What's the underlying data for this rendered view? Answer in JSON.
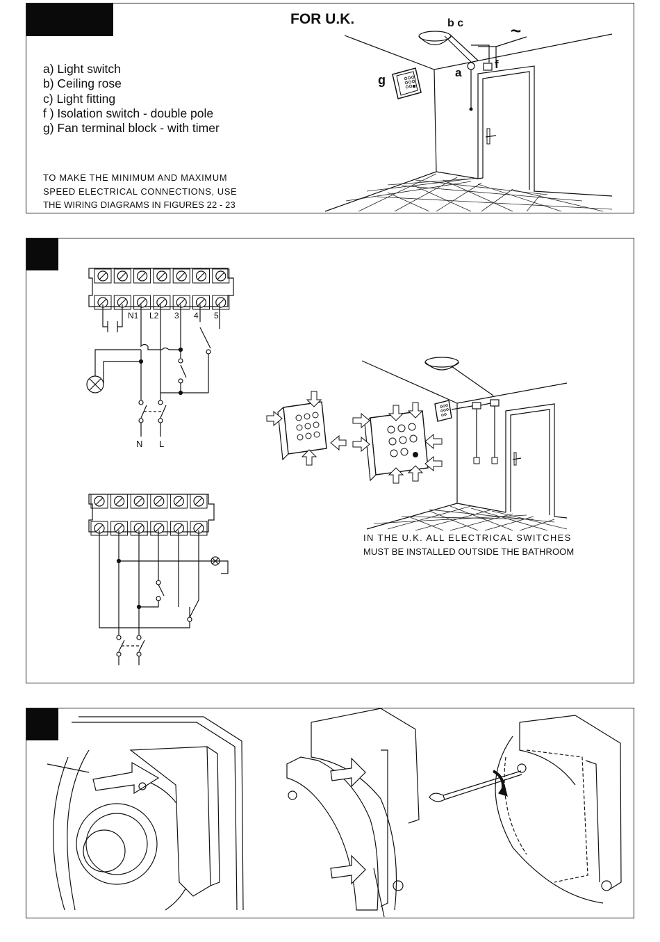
{
  "panel1": {
    "title": "FOR U.K.",
    "legend": [
      "a) Light switch",
      "b) Ceiling rose",
      "c) Light fitting",
      "f ) Isolation switch - double pole",
      "g) Fan terminal block - with timer"
    ],
    "note": [
      "TO MAKE THE MINIMUM AND MAXIMUM",
      "SPEED ELECTRICAL CONNECTIONS, USE",
      "THE WIRING DIAGRAMS IN FIGURES 22 - 23"
    ],
    "callouts": {
      "bc": "b c",
      "f": "f",
      "g": "g",
      "a": "a",
      "ac": "~"
    }
  },
  "panel2": {
    "terminal_labels": [
      "N1",
      "L2",
      "3",
      "4",
      "5"
    ],
    "supply_labels": [
      "N",
      "L"
    ],
    "note": [
      "IN THE U.K. ALL ELECTRICAL SWITCHES",
      "MUST BE INSTALLED OUTSIDE THE BATHROOM"
    ]
  }
}
